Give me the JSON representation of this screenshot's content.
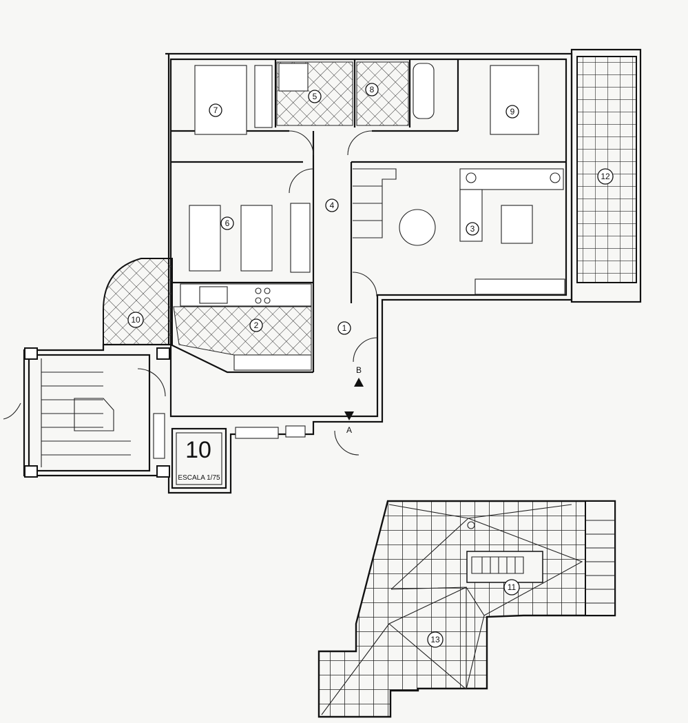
{
  "plan": {
    "room_numbers": [
      "7",
      "5",
      "8",
      "9",
      "12",
      "4",
      "6",
      "3",
      "10",
      "2",
      "1",
      "11",
      "13"
    ],
    "section_markers": {
      "a": "A",
      "b": "B"
    },
    "scale_text": "ESCALA 1/75",
    "page_number": "10"
  },
  "colors": {
    "line": "#111111",
    "paper": "#f7f7f5"
  }
}
